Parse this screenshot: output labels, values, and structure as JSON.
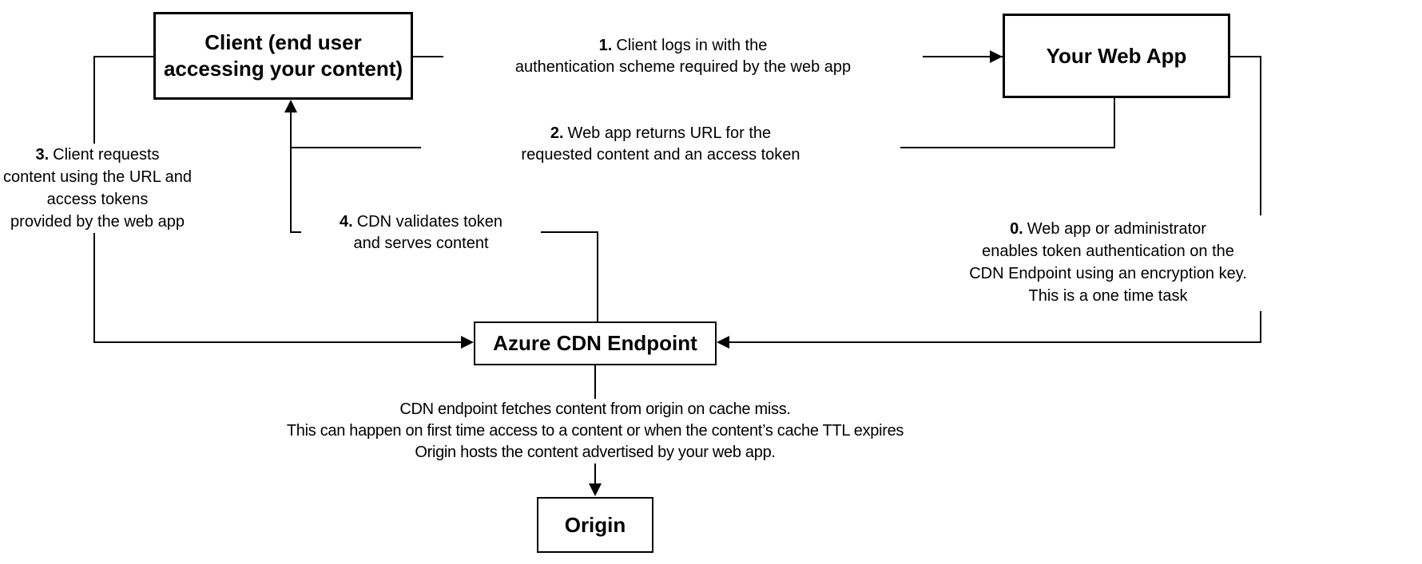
{
  "nodes": {
    "client": {
      "lines": [
        "Client (end user",
        "accessing your content)"
      ]
    },
    "web_app": {
      "label": "Your Web App"
    },
    "cdn_endpoint": {
      "label": "Azure CDN Endpoint"
    },
    "origin": {
      "label": "Origin"
    }
  },
  "labels": {
    "step1": {
      "number": "1.",
      "lines": [
        "Client logs in with the",
        "authentication scheme required by the web app"
      ]
    },
    "step2": {
      "number": "2.",
      "lines": [
        "Web app returns URL for the",
        "requested content and an access token"
      ]
    },
    "step3": {
      "number": "3.",
      "lines": [
        "Client requests",
        "content using the URL and",
        "access tokens",
        "provided by the web app"
      ]
    },
    "step4": {
      "number": "4.",
      "lines": [
        "CDN validates token",
        "and serves content"
      ]
    },
    "step0": {
      "number": "0.",
      "lines": [
        "Web app or administrator",
        "enables token authentication on the",
        "CDN Endpoint using an encryption key.",
        "This is a one time task"
      ]
    },
    "origin_note": {
      "lines": [
        "CDN endpoint fetches content from origin on cache miss.",
        "This can happen on first time access to a content or when the content’s cache TTL expires",
        "Origin hosts the content advertised by your web app."
      ]
    }
  },
  "colors": {
    "line": "#000000",
    "text": "#000000",
    "background": "#ffffff"
  }
}
